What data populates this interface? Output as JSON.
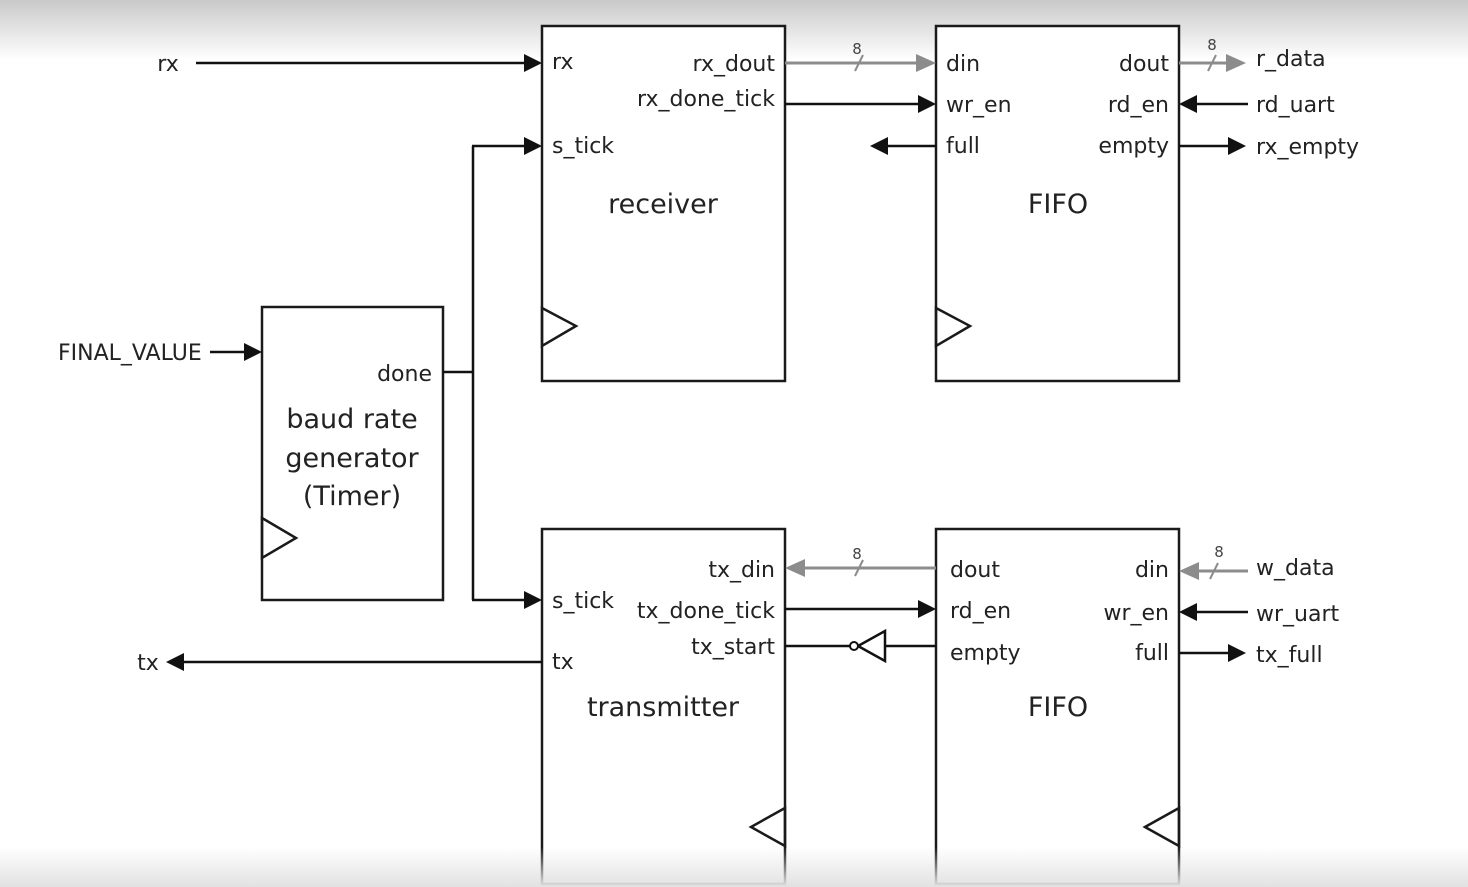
{
  "diagram": {
    "receiver": {
      "title": "receiver",
      "pins": {
        "rx": "rx",
        "s_tick": "s_tick",
        "rx_dout": "rx_dout",
        "rx_done_tick": "rx_done_tick"
      }
    },
    "rx_fifo": {
      "title": "FIFO",
      "pins": {
        "din": "din",
        "wr_en": "wr_en",
        "full": "full",
        "dout": "dout",
        "rd_en": "rd_en",
        "empty": "empty"
      }
    },
    "baud": {
      "title_line1": "baud rate",
      "title_line2": "generator",
      "title_line3": "(Timer)",
      "pins": {
        "done": "done"
      }
    },
    "transmitter": {
      "title": "transmitter",
      "pins": {
        "s_tick": "s_tick",
        "tx": "tx",
        "tx_din": "tx_din",
        "tx_done_tick": "tx_done_tick",
        "tx_start": "tx_start"
      }
    },
    "tx_fifo": {
      "title": "FIFO",
      "pins": {
        "dout": "dout",
        "rd_en": "rd_en",
        "empty": "empty",
        "din": "din",
        "wr_en": "wr_en",
        "full": "full"
      }
    },
    "signals": {
      "rx": "rx",
      "final_value": "FINAL_VALUE",
      "tx": "tx",
      "r_data": "r_data",
      "rd_uart": "rd_uart",
      "rx_empty": "rx_empty",
      "w_data": "w_data",
      "wr_uart": "wr_uart",
      "tx_full": "tx_full"
    },
    "bus_width": "8"
  }
}
